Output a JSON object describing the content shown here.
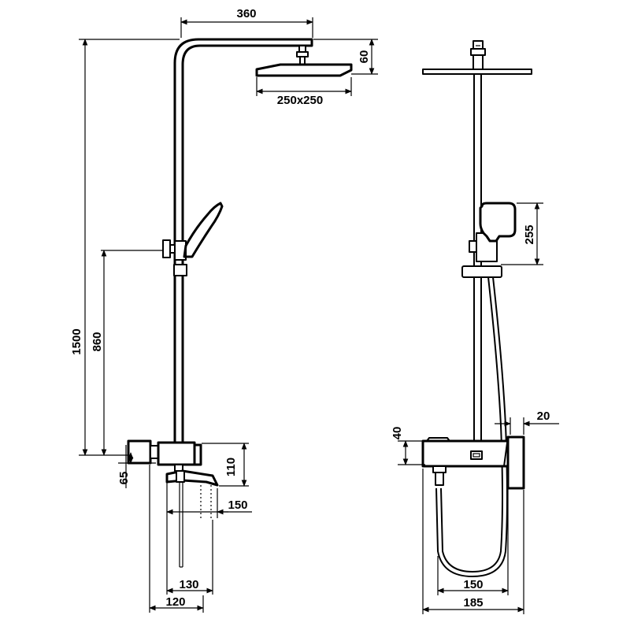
{
  "dimensions": {
    "arm_length": "360",
    "head_height": "60",
    "head_size": "250x250",
    "total_height": "1500",
    "holder_height": "860",
    "mixer_offset": "65",
    "mixer_height": "110",
    "spout_length": "150",
    "spout_depth": "130",
    "wall_distance": "120",
    "hand_shower_length": "255",
    "wall_offset": "20",
    "mixer_thickness": "40",
    "hose_span": "150",
    "total_depth": "185"
  }
}
